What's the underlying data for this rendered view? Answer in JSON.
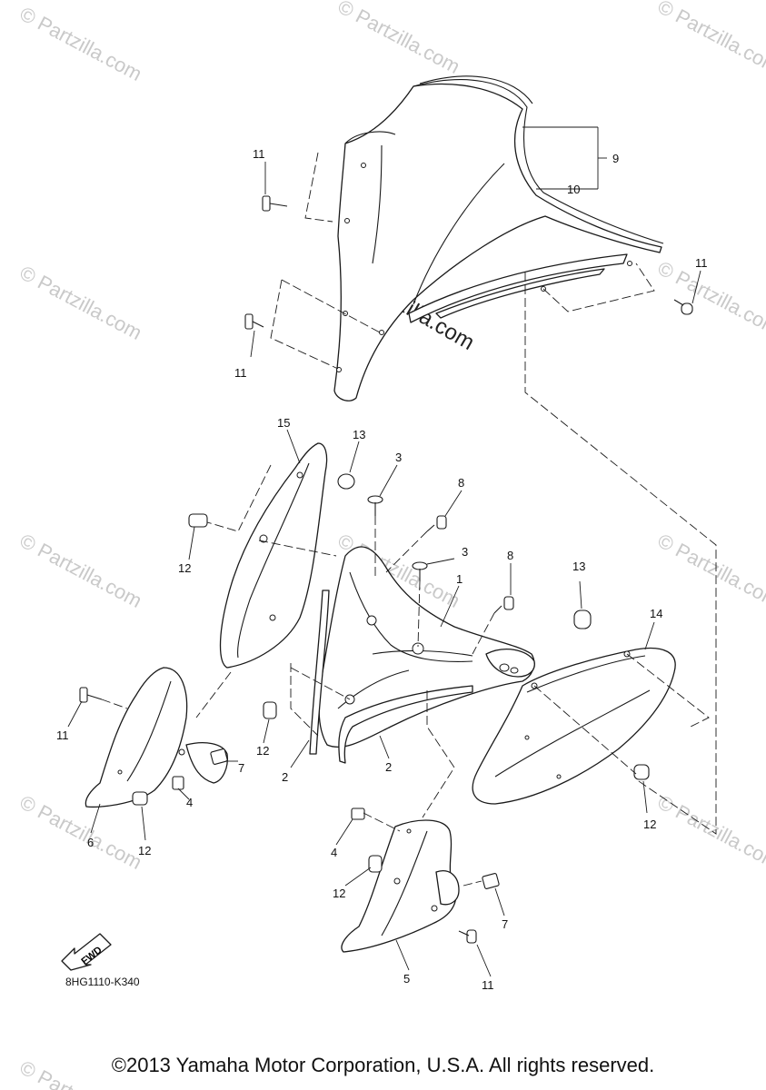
{
  "diagram": {
    "watermark": "© Partzilla.com",
    "part_labels": [
      "1",
      "2",
      "2",
      "3",
      "3",
      "4",
      "4",
      "5",
      "6",
      "7",
      "7",
      "8",
      "8",
      "9",
      "10",
      "11",
      "11",
      "11",
      "11",
      "11",
      "12",
      "12",
      "12",
      "12",
      "12",
      "13",
      "13",
      "14",
      "15"
    ],
    "fwd_label": "FWD",
    "diagram_code": "8HG1110-K340"
  },
  "footer": {
    "copyright": "©2013 Yamaha Motor Corporation, U.S.A. All rights reserved."
  }
}
